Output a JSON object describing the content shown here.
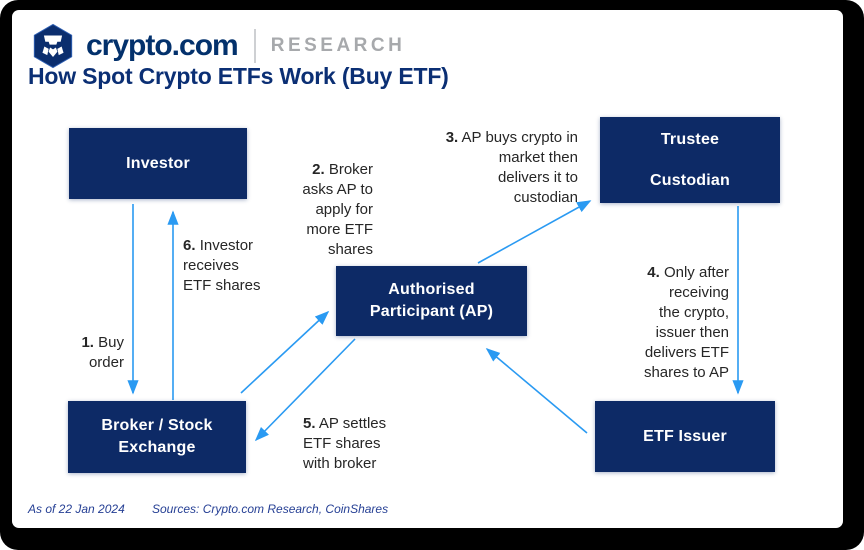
{
  "header": {
    "brand": "crypto.com",
    "division": "RESEARCH",
    "title": "How Spot Crypto ETFs Work (Buy ETF)"
  },
  "nodes": {
    "investor": "Investor",
    "trustee_line1": "Trustee",
    "trustee_line2": "Custodian",
    "ap": "Authorised\nParticipant (AP)",
    "broker": "Broker / Stock\nExchange",
    "issuer": "ETF Issuer"
  },
  "steps": [
    {
      "num": "1.",
      "text": "Buy\norder"
    },
    {
      "num": "2.",
      "text": "Broker\nasks AP to\napply for\nmore ETF\nshares"
    },
    {
      "num": "3.",
      "text": "AP buys crypto in\nmarket then\ndelivers it to\ncustodian"
    },
    {
      "num": "4.",
      "text": "Only after\nreceiving\nthe crypto,\nissuer then\ndelivers ETF\nshares to AP"
    },
    {
      "num": "5.",
      "text": "AP settles\nETF shares\nwith broker"
    },
    {
      "num": "6.",
      "text": "Investor\nreceives\nETF shares"
    }
  ],
  "footer": {
    "as_of": "As of 22 Jan 2024",
    "sources": "Sources: Crypto.com Research, CoinShares"
  },
  "colors": {
    "navy_box": "#0d2a66",
    "brand_navy": "#03316c",
    "title_navy": "#0b2f74",
    "arrow_blue": "#2a9af2",
    "label_text": "#262626",
    "footer_blue": "#253f94",
    "research_gray": "#a7a9ac"
  }
}
